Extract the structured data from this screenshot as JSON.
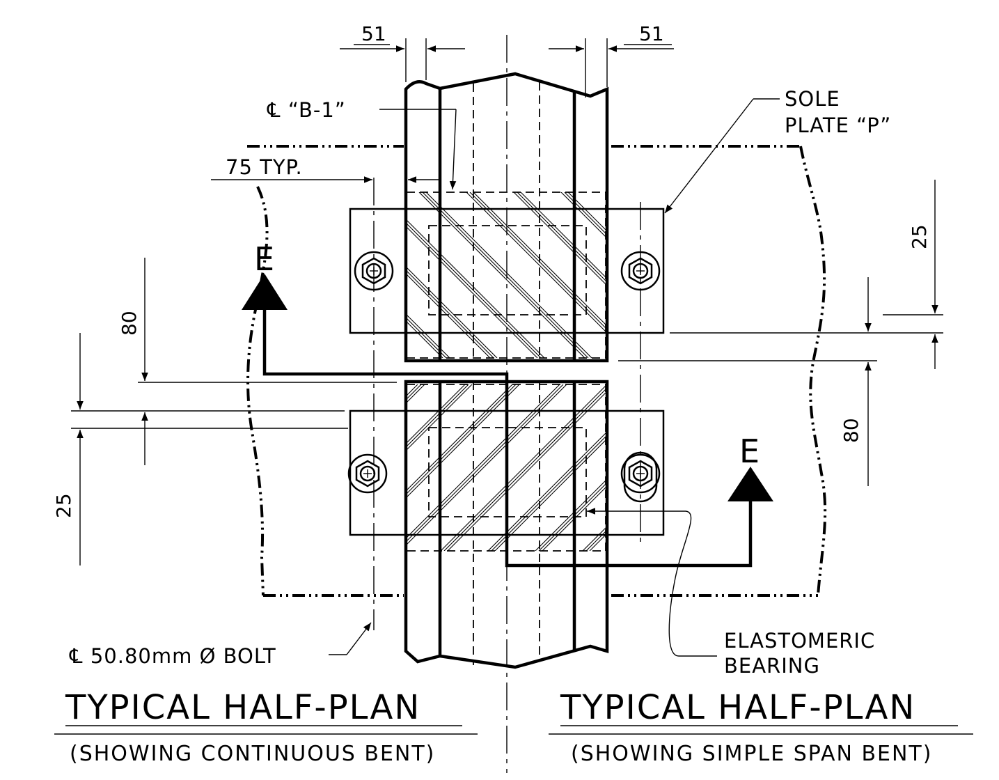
{
  "labels": {
    "plate_b1": "℄ “B-1”",
    "sole_plate_line1": "SOLE",
    "sole_plate_line2": "PLATE “P”",
    "typ_75": "75 TYP.",
    "section_mark_left": "E",
    "section_mark_right": "E",
    "bolt_note": "℄ 50.80mm Ø BOLT",
    "elastomeric_line1": "ELASTOMERIC",
    "elastomeric_line2": "BEARING"
  },
  "dimensions": {
    "top_left": "51",
    "top_right": "51",
    "right_upper": "25",
    "right_lower": "80",
    "left_upper": "80",
    "left_lower": "25"
  },
  "titles": {
    "left_title": "TYPICAL HALF-PLAN",
    "left_subtitle": "(SHOWING CONTINUOUS BENT)",
    "right_title": "TYPICAL HALF-PLAN",
    "right_subtitle": "(SHOWING SIMPLE SPAN BENT)"
  }
}
